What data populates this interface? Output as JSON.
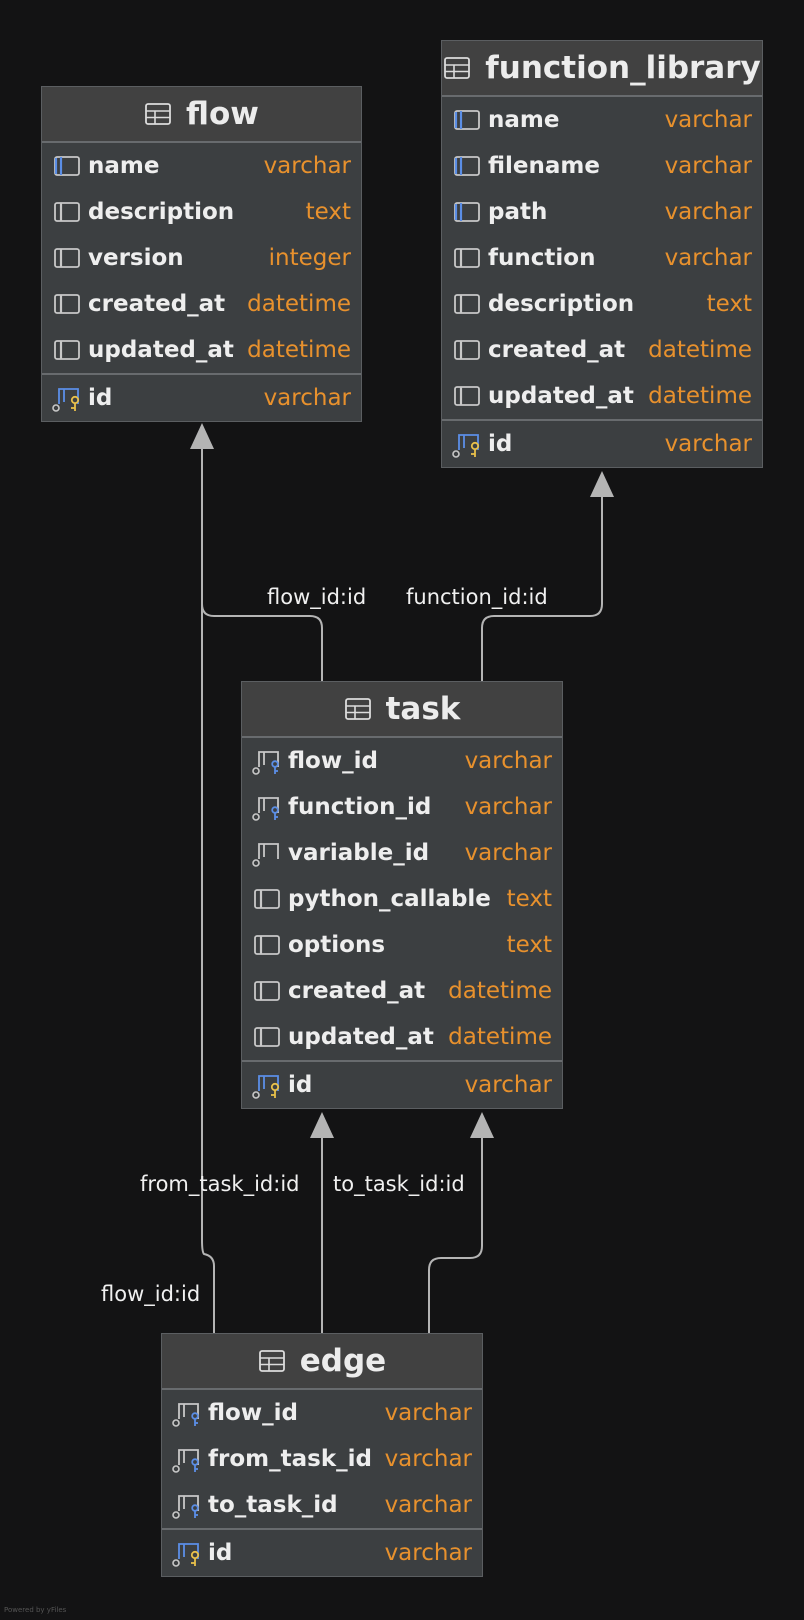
{
  "tables": [
    {
      "key": "flow",
      "title": "flow",
      "columns": [
        {
          "name": "name",
          "type": "varchar",
          "icon": "column-icon-highlight"
        },
        {
          "name": "description",
          "type": "text",
          "icon": "column-icon"
        },
        {
          "name": "version",
          "type": "integer",
          "icon": "column-icon"
        },
        {
          "name": "created_at",
          "type": "datetime",
          "icon": "column-icon"
        },
        {
          "name": "updated_at",
          "type": "datetime",
          "icon": "column-icon"
        }
      ],
      "pk": {
        "name": "id",
        "type": "varchar",
        "icon": "primary-key-icon"
      }
    },
    {
      "key": "function_library",
      "title": "function_library",
      "columns": [
        {
          "name": "name",
          "type": "varchar",
          "icon": "column-icon-highlight"
        },
        {
          "name": "filename",
          "type": "varchar",
          "icon": "column-icon-highlight"
        },
        {
          "name": "path",
          "type": "varchar",
          "icon": "column-icon-highlight"
        },
        {
          "name": "function",
          "type": "varchar",
          "icon": "column-icon"
        },
        {
          "name": "description",
          "type": "text",
          "icon": "column-icon"
        },
        {
          "name": "created_at",
          "type": "datetime",
          "icon": "column-icon"
        },
        {
          "name": "updated_at",
          "type": "datetime",
          "icon": "column-icon"
        }
      ],
      "pk": {
        "name": "id",
        "type": "varchar",
        "icon": "primary-key-icon"
      }
    },
    {
      "key": "task",
      "title": "task",
      "columns": [
        {
          "name": "flow_id",
          "type": "varchar",
          "icon": "foreign-key-icon"
        },
        {
          "name": "function_id",
          "type": "varchar",
          "icon": "foreign-key-icon"
        },
        {
          "name": "variable_id",
          "type": "varchar",
          "icon": "nullable-column-icon"
        },
        {
          "name": "python_callable",
          "type": "text",
          "icon": "column-icon"
        },
        {
          "name": "options",
          "type": "text",
          "icon": "column-icon"
        },
        {
          "name": "created_at",
          "type": "datetime",
          "icon": "column-icon"
        },
        {
          "name": "updated_at",
          "type": "datetime",
          "icon": "column-icon"
        }
      ],
      "pk": {
        "name": "id",
        "type": "varchar",
        "icon": "primary-key-icon"
      }
    },
    {
      "key": "edge",
      "title": "edge",
      "columns": [
        {
          "name": "flow_id",
          "type": "varchar",
          "icon": "foreign-key-icon"
        },
        {
          "name": "from_task_id",
          "type": "varchar",
          "icon": "foreign-key-icon"
        },
        {
          "name": "to_task_id",
          "type": "varchar",
          "icon": "foreign-key-icon"
        }
      ],
      "pk": {
        "name": "id",
        "type": "varchar",
        "icon": "primary-key-icon"
      }
    }
  ],
  "edges": [
    {
      "key": "task-flow",
      "label": "flow_id:id",
      "from": "task",
      "to": "flow"
    },
    {
      "key": "task-function",
      "label": "function_id:id",
      "from": "task",
      "to": "function_library"
    },
    {
      "key": "edge-flow",
      "label": "flow_id:id",
      "from": "edge",
      "to": "flow"
    },
    {
      "key": "edge-from-task",
      "label": "from_task_id:id",
      "from": "edge",
      "to": "task"
    },
    {
      "key": "edge-to-task",
      "label": "to_task_id:id",
      "from": "edge",
      "to": "task"
    }
  ],
  "footer": "Powered by yFiles",
  "colors": {
    "background": "#131314",
    "table_body": "#3c3f41",
    "table_header": "#414141",
    "type_text": "#e8912d",
    "edge_line": "#b4b4b4",
    "key_gold": "#e8c04a",
    "key_blue": "#5b8ee6",
    "icon_gray": "#c8c8c8"
  }
}
